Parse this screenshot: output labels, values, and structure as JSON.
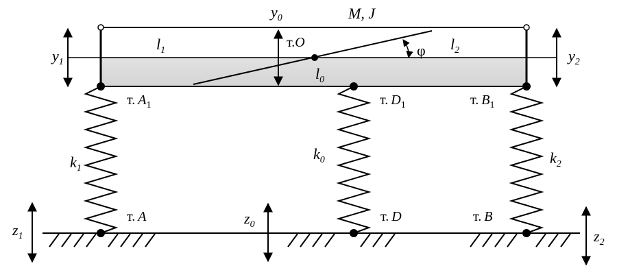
{
  "labels": {
    "mass": "M",
    "inertia": "J",
    "y0_main": "y",
    "y0_sub": "0",
    "y1_main": "y",
    "y1_sub": "1",
    "y2_main": "y",
    "y2_sub": "2",
    "l1_main": "l",
    "l1_sub": "1",
    "l2_main": "l",
    "l2_sub": "2",
    "l0_main": "l",
    "l0_sub": "0",
    "phi": "φ",
    "pointO_prefix": "т.",
    "pointO": "O",
    "pointA1_prefix": "т.",
    "pointA1_main": "A",
    "pointA1_sub": "1",
    "pointD1_prefix": "т.",
    "pointD1_main": "D",
    "pointD1_sub": "1",
    "pointB1_prefix": "т.",
    "pointB1_main": "B",
    "pointB1_sub": "1",
    "pointA_prefix": "т.",
    "pointA": "A",
    "pointD_prefix": "т.",
    "pointD": "D",
    "pointB_prefix": "т.",
    "pointB": "B",
    "k1_main": "k",
    "k1_sub": "1",
    "k0_main": "k",
    "k0_sub": "0",
    "k2_main": "k",
    "k2_sub": "2",
    "z1_main": "z",
    "z1_sub": "1",
    "z0_main": "z",
    "z0_sub": "0",
    "z2_main": "z",
    "z2_sub": "2"
  },
  "colors": {
    "beam_fill_top": "#ffffff",
    "beam_fill_bottom": "#d9d9d9",
    "ink": "#000000"
  }
}
